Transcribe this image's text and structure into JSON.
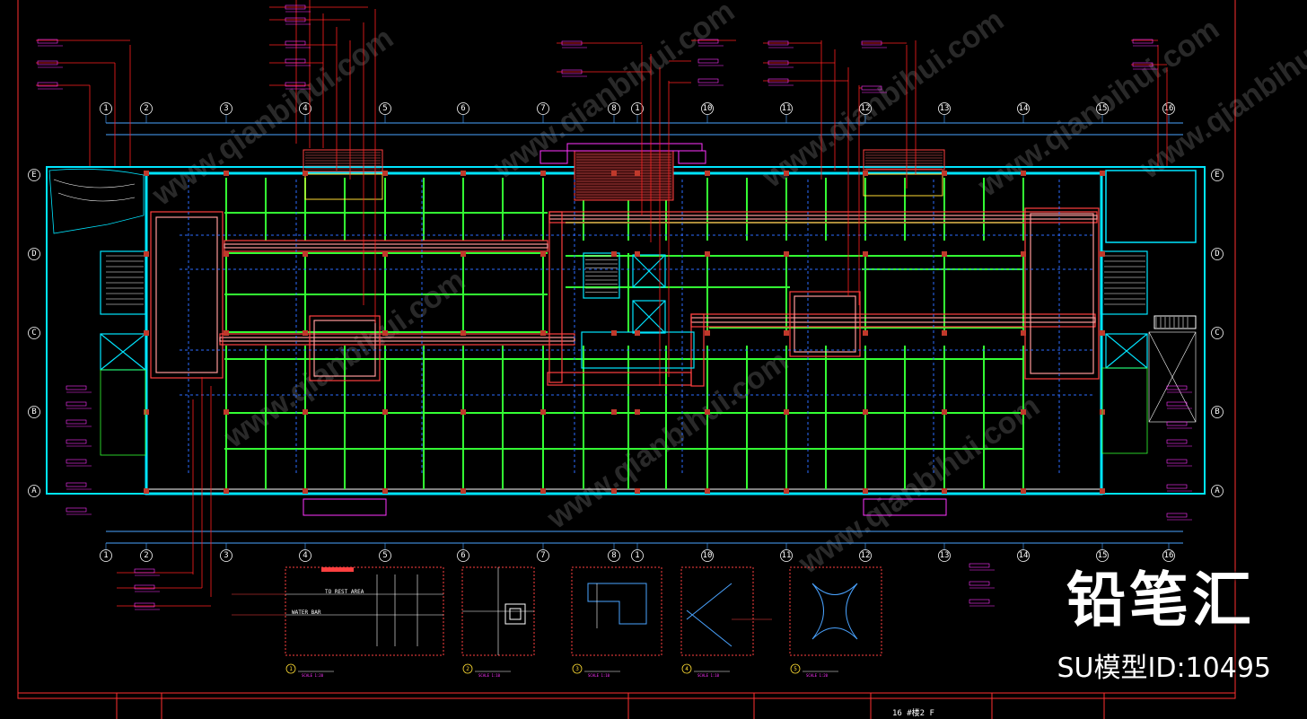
{
  "colors": {
    "background": "#000000",
    "wall": "#00e5ff",
    "partition": "#33ff33",
    "annotation": "#ff33ff",
    "leader": "#ff2020",
    "column": "#c0392b",
    "axis": "#4aa3ff",
    "hatch": "#ff6666"
  },
  "grid_axes": {
    "columns": [
      "1",
      "2",
      "3",
      "4",
      "5",
      "6",
      "7",
      "8",
      "1",
      "10",
      "11",
      "12",
      "13",
      "14",
      "15",
      "16"
    ],
    "rows": [
      "E",
      "D",
      "C",
      "B",
      "A"
    ]
  },
  "detail_labels": {
    "d1_top": "TO REST AREA",
    "d1_mid": "WATER BAR"
  },
  "details": [
    {
      "no": "1",
      "scale": "SCALE 1:20"
    },
    {
      "no": "2",
      "scale": "SCALE 1:10"
    },
    {
      "no": "3",
      "scale": "SCALE 1:10"
    },
    {
      "no": "4",
      "scale": "SCALE 1:10"
    },
    {
      "no": "5",
      "scale": "SCALE 1:20"
    }
  ],
  "title_block": {
    "sheet": "16 #楼2 F"
  },
  "watermark": {
    "site": "www.qianbihui.com",
    "brand": "铅笔汇",
    "model_id": "SU模型ID:10495"
  }
}
